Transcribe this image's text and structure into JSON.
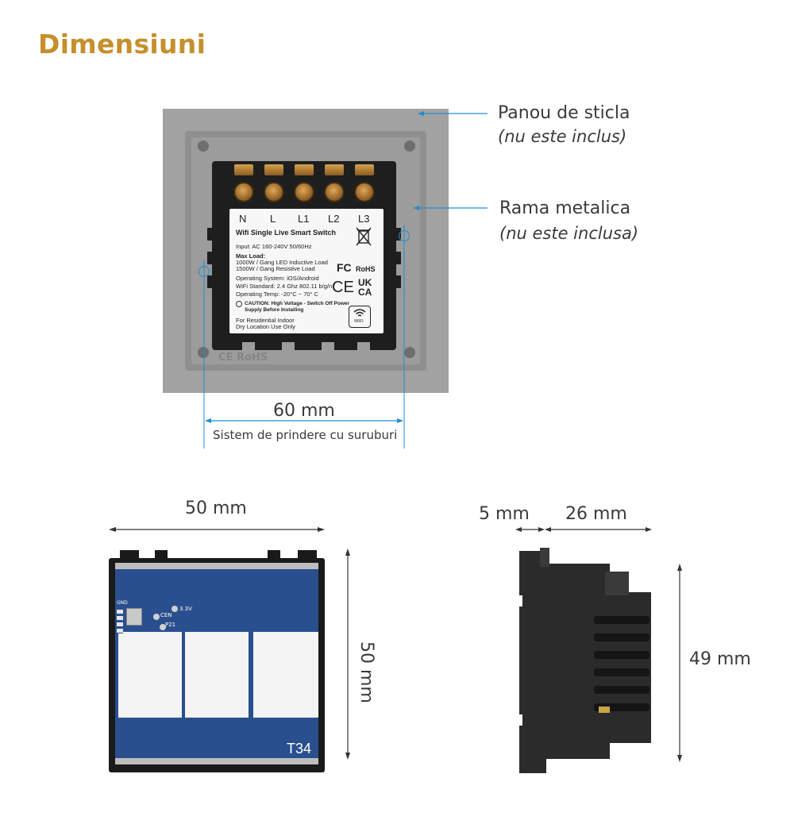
{
  "title": "Dimensiuni",
  "callouts": {
    "glass_panel": {
      "main": "Panou de sticla",
      "sub": "(nu este inclus)"
    },
    "metal_frame": {
      "main": "Rama metalica",
      "sub": "(nu este inclusa)"
    }
  },
  "module_label": {
    "terminals": [
      "N",
      "L",
      "L1",
      "L2",
      "L3"
    ],
    "product_name": "Wifi Single Live Smart Switch",
    "input": "Input: AC 160-240V 50/60Hz",
    "max_load_title": "Max Load:",
    "max_load_1": "1000W / Gang LED Inductive Load",
    "max_load_2": "1500W / Gang Resistive Load",
    "os": "Operating System: iOS/Android",
    "wifi_std": "WiFi Standard: 2.4 Ghz 802.11 b/g/n",
    "temp": "Operating Temp: -20°C ~ 70° C",
    "caution_1": "CAUTION: High Voltage - Switch Off Power",
    "caution_2": "Supply Before Installing",
    "residential_1": "For Residential Indoor",
    "residential_2": "Dry Location Use Only",
    "fc": "FC",
    "rohs": "RoHS",
    "ce": "CE",
    "ukca_1": "UK",
    "ukca_2": "CA",
    "wifi_badge": "WIFI",
    "embossed": "CE RoHS"
  },
  "dimensions": {
    "screw_spacing": "60 mm",
    "screw_caption": "Sistem de prindere cu suruburi",
    "pcb_width": "50 mm",
    "pcb_height": "50 mm",
    "side_front": "5 mm",
    "side_depth": "26 mm",
    "side_height": "49 mm"
  },
  "pcb": {
    "marking": "T34",
    "silk_1": "3.3V",
    "silk_2": "CEN",
    "silk_3": "P21",
    "silk_4": "GND"
  },
  "colors": {
    "title": "#c68f2c",
    "callout_line": "#1f8fd0",
    "dimension_line": "#333333",
    "pcb_blue": "#2a4f8e"
  }
}
